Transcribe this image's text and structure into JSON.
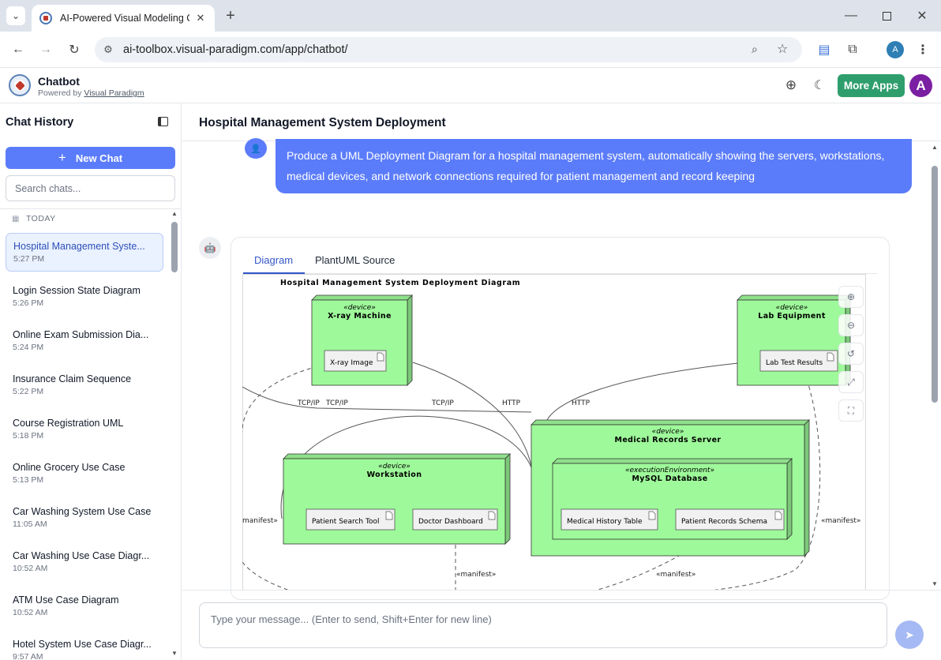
{
  "browser": {
    "tab_title": "AI-Powered Visual Modeling Ch",
    "url": "ai-toolbox.visual-paradigm.com/app/chatbot/",
    "profile_initial": "A"
  },
  "app": {
    "title": "Chatbot",
    "powered_by": "Powered by",
    "powered_link": "Visual Paradigm",
    "more_apps_label": "More Apps",
    "avatar_initial": "A"
  },
  "sidebar": {
    "title": "Chat History",
    "new_chat_label": "New Chat",
    "search_placeholder": "Search chats...",
    "group_label": "TODAY",
    "items": [
      {
        "title": "Hospital Management Syste...",
        "time": "5:27 PM"
      },
      {
        "title": "Login Session State Diagram",
        "time": "5:26 PM"
      },
      {
        "title": "Online Exam Submission Dia...",
        "time": "5:24 PM"
      },
      {
        "title": "Insurance Claim Sequence",
        "time": "5:22 PM"
      },
      {
        "title": "Course Registration UML",
        "time": "5:18 PM"
      },
      {
        "title": "Online Grocery Use Case",
        "time": "5:13 PM"
      },
      {
        "title": "Car Washing System Use Case",
        "time": "11:05 AM"
      },
      {
        "title": "Car Washing Use Case Diagr...",
        "time": "10:52 AM"
      },
      {
        "title": "ATM Use Case Diagram",
        "time": "10:52 AM"
      },
      {
        "title": "Hotel System Use Case Diagr...",
        "time": "9:57 AM"
      }
    ]
  },
  "main": {
    "title": "Hospital Management System Deployment",
    "user_message": "Produce a UML Deployment Diagram for a hospital management system, automatically showing the servers, workstations, medical devices, and network connections required for patient management and record keeping",
    "tabs": [
      "Diagram",
      "PlantUML Source"
    ],
    "composer_placeholder": "Type your message... (Enter to send, Shift+Enter for new line)"
  },
  "diagram": {
    "title": "Hospital Management System Deployment Diagram",
    "stereo_device": "«device»",
    "stereo_exec": "«executionEnvironment»",
    "nodes": {
      "xray": "X-ray Machine",
      "lab": "Lab Equipment",
      "workstation": "Workstation",
      "server": "Medical Records Server",
      "mysql": "MySQL Database"
    },
    "artifacts": {
      "xray_image": "X-ray Image",
      "lab_results": "Lab Test Results",
      "search_tool": "Patient Search Tool",
      "dashboard": "Doctor Dashboard",
      "history_table": "Medical History Table",
      "records_schema": "Patient Records Schema"
    },
    "labels": {
      "tcpip": "TCP/IP",
      "http": "HTTP",
      "manifest": "«manifest»",
      "manifest_cut": "manifest»"
    },
    "colors": {
      "node_fill": "#9ef99a",
      "artifact_fill": "#f1f1f1",
      "accent": "#5b7cfa",
      "more_apps": "#2f9e6d"
    }
  }
}
